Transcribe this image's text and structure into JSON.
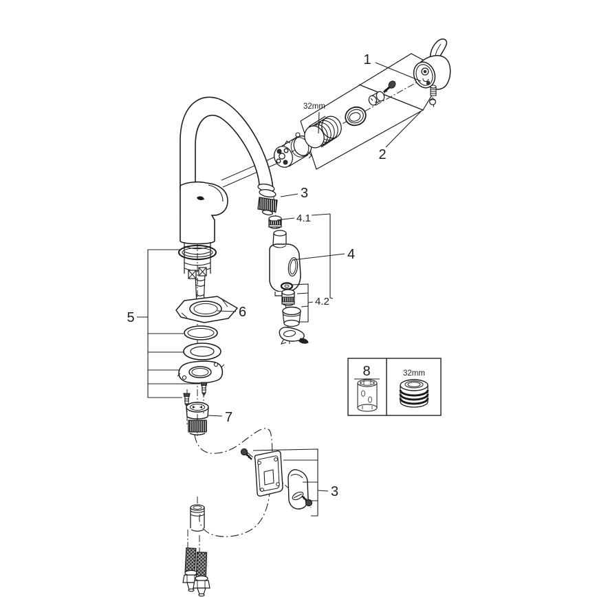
{
  "page": {
    "background": "#ffffff"
  },
  "colors": {
    "line": "#1c1c1c",
    "dark_fill": "#2a2a2a"
  },
  "callouts": {
    "handle": "1",
    "cartridge_group": "2",
    "hose": "3",
    "spray_head": "4",
    "spray_head_top": "4.1",
    "spray_head_bottom": "4.2",
    "mounting_set": "5",
    "stabilizer_plate": "6",
    "check_valve": "7",
    "hose_guide": "3",
    "service_box": "8",
    "cartridge_size": "32mm",
    "box_ring_size": "32mm"
  }
}
